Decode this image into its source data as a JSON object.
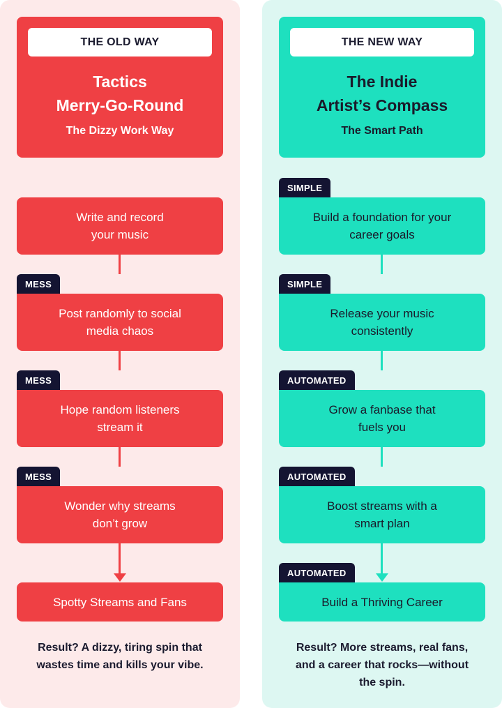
{
  "old_way": {
    "tag": "THE OLD WAY",
    "title_line1": "Tactics",
    "title_line2": "Merry-Go-Round",
    "subtitle": "The Dizzy Work Way",
    "steps": [
      {
        "badge": "",
        "line1": "Write and record",
        "line2": "your music"
      },
      {
        "badge": "MESS",
        "line1": "Post randomly to social",
        "line2": "media chaos"
      },
      {
        "badge": "MESS",
        "line1": "Hope random listeners",
        "line2": "stream it"
      },
      {
        "badge": "MESS",
        "line1": "Wonder why streams",
        "line2": "don’t grow"
      }
    ],
    "final": "Spotty Streams and Fans",
    "result_line1": "Result? A dizzy, tiring spin that",
    "result_line2": "wastes time and kills your vibe."
  },
  "new_way": {
    "tag": "THE NEW WAY",
    "title_line1": "The Indie",
    "title_line2": "Artist’s Compass",
    "subtitle": "The Smart Path",
    "steps": [
      {
        "badge": "SIMPLE",
        "line1": "Build a foundation for your",
        "line2": "career goals"
      },
      {
        "badge": "SIMPLE",
        "line1": "Release your music",
        "line2": "consistently"
      },
      {
        "badge": "AUTOMATED",
        "line1": "Grow a fanbase that",
        "line2": "fuels you"
      },
      {
        "badge": "AUTOMATED",
        "line1": "Boost streams with a",
        "line2": "smart plan"
      }
    ],
    "final_badge": "AUTOMATED",
    "final": "Build a Thriving Career",
    "result_line1": "Result? More streams, real fans,",
    "result_line2": "and a career that rocks—without",
    "result_line3": "the spin."
  },
  "colors": {
    "old_accent": "#ef4044",
    "old_panel": "#fdeaea",
    "new_accent": "#1ee0bf",
    "new_panel": "#ddf7f2",
    "badge": "#141432"
  }
}
